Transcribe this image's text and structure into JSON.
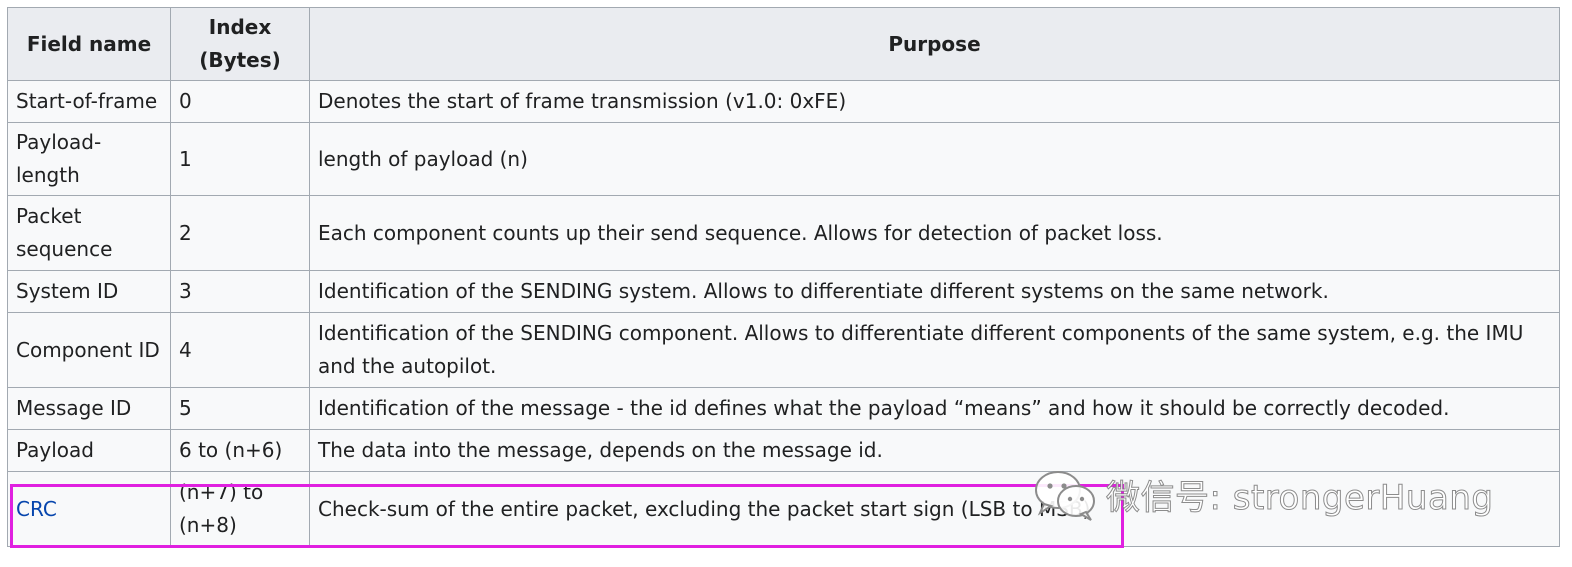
{
  "table": {
    "headers": {
      "field": "Field name",
      "index_line1": "Index",
      "index_line2": "(Bytes)",
      "purpose": "Purpose"
    },
    "rows": [
      {
        "field": "Start-of-frame",
        "index": "0",
        "purpose": "Denotes the start of frame transmission (v1.0: 0xFE)"
      },
      {
        "field": "Payload-length",
        "index": "1",
        "purpose": "length of payload (n)"
      },
      {
        "field": "Packet sequence",
        "index": "2",
        "purpose": "Each component counts up their send sequence. Allows for detection of packet loss."
      },
      {
        "field": "System ID",
        "index": "3",
        "purpose": "Identification of the SENDING system. Allows to differentiate different systems on the same network."
      },
      {
        "field": "Component ID",
        "index": "4",
        "purpose": "Identification of the SENDING component. Allows to differentiate different components of the same system, e.g. the IMU and the autopilot."
      },
      {
        "field": "Message ID",
        "index": "5",
        "purpose": "Identification of the message - the id defines what the payload “means” and how it should be correctly decoded."
      },
      {
        "field": "Payload",
        "index": "6 to (n+6)",
        "purpose": "The data into the message, depends on the message id."
      },
      {
        "field": "CRC",
        "index": "(n+7) to (n+8)",
        "purpose": "Check-sum of the entire packet, excluding the packet start sign (LSB to MSB)"
      }
    ]
  },
  "highlight": {
    "color": "#e020e0"
  },
  "watermark": {
    "icon": "wechat-icon",
    "text": "微信号: strongerHuang"
  },
  "colors": {
    "link": "#0645ad",
    "header_bg": "#eaecf0",
    "cell_bg": "#f8f9fa",
    "border": "#a2a9b1"
  }
}
